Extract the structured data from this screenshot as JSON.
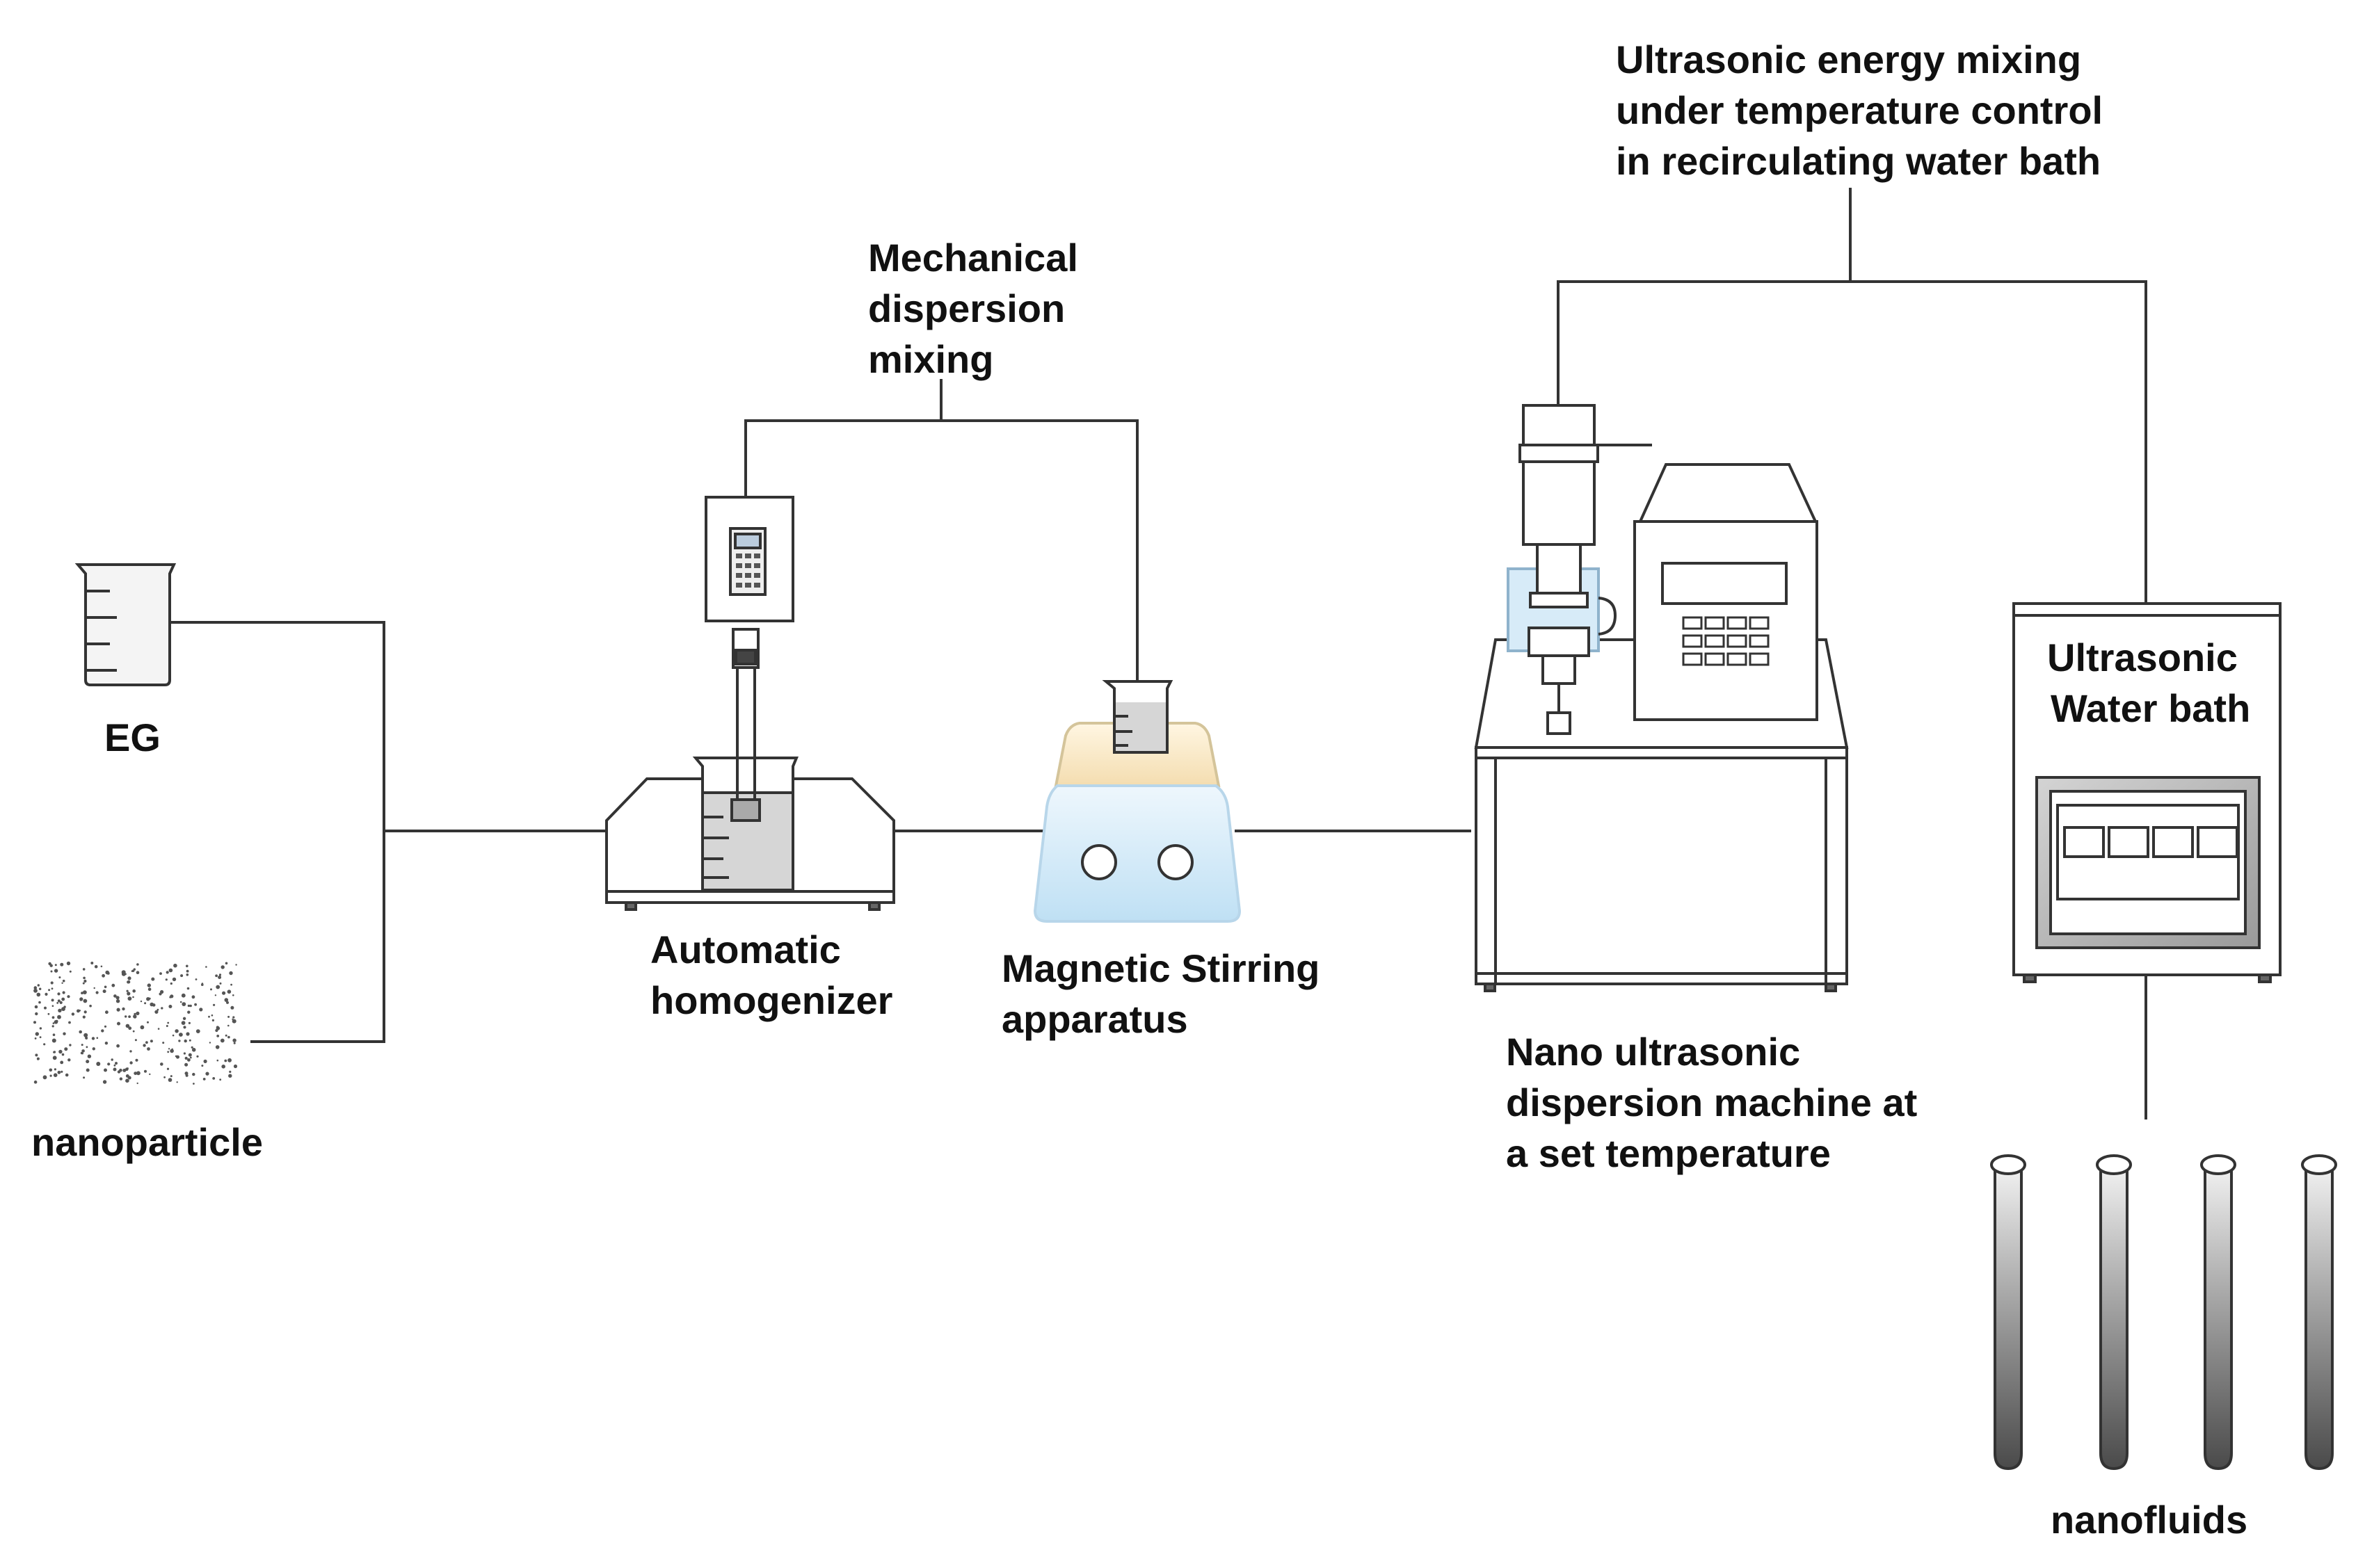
{
  "labels": {
    "eg": "EG",
    "nanoparticle": "nanoparticle",
    "mechanical": [
      "Mechanical",
      "dispersion",
      "mixing"
    ],
    "homogenizer": [
      "Automatic",
      "homogenizer"
    ],
    "magnetic": [
      "Magnetic Stirring",
      "apparatus"
    ],
    "ultrasonic_energy": [
      "Ultrasonic energy mixing",
      "under temperature control",
      "in recirculating water bath"
    ],
    "nano_machine": [
      "Nano ultrasonic",
      "dispersion machine at",
      "a set temperature"
    ],
    "water_bath": [
      "Ultrasonic",
      "Water bath"
    ],
    "nanofluids": "nanofluids"
  },
  "colors": {
    "line": "#333333",
    "beaker_fill": "#d9d9d9",
    "stirrer_top": "#f7e7c4",
    "stirrer_base": "#d8ecf8",
    "bath_panel": "#c8c8c8",
    "tube_dark": "#555555"
  }
}
